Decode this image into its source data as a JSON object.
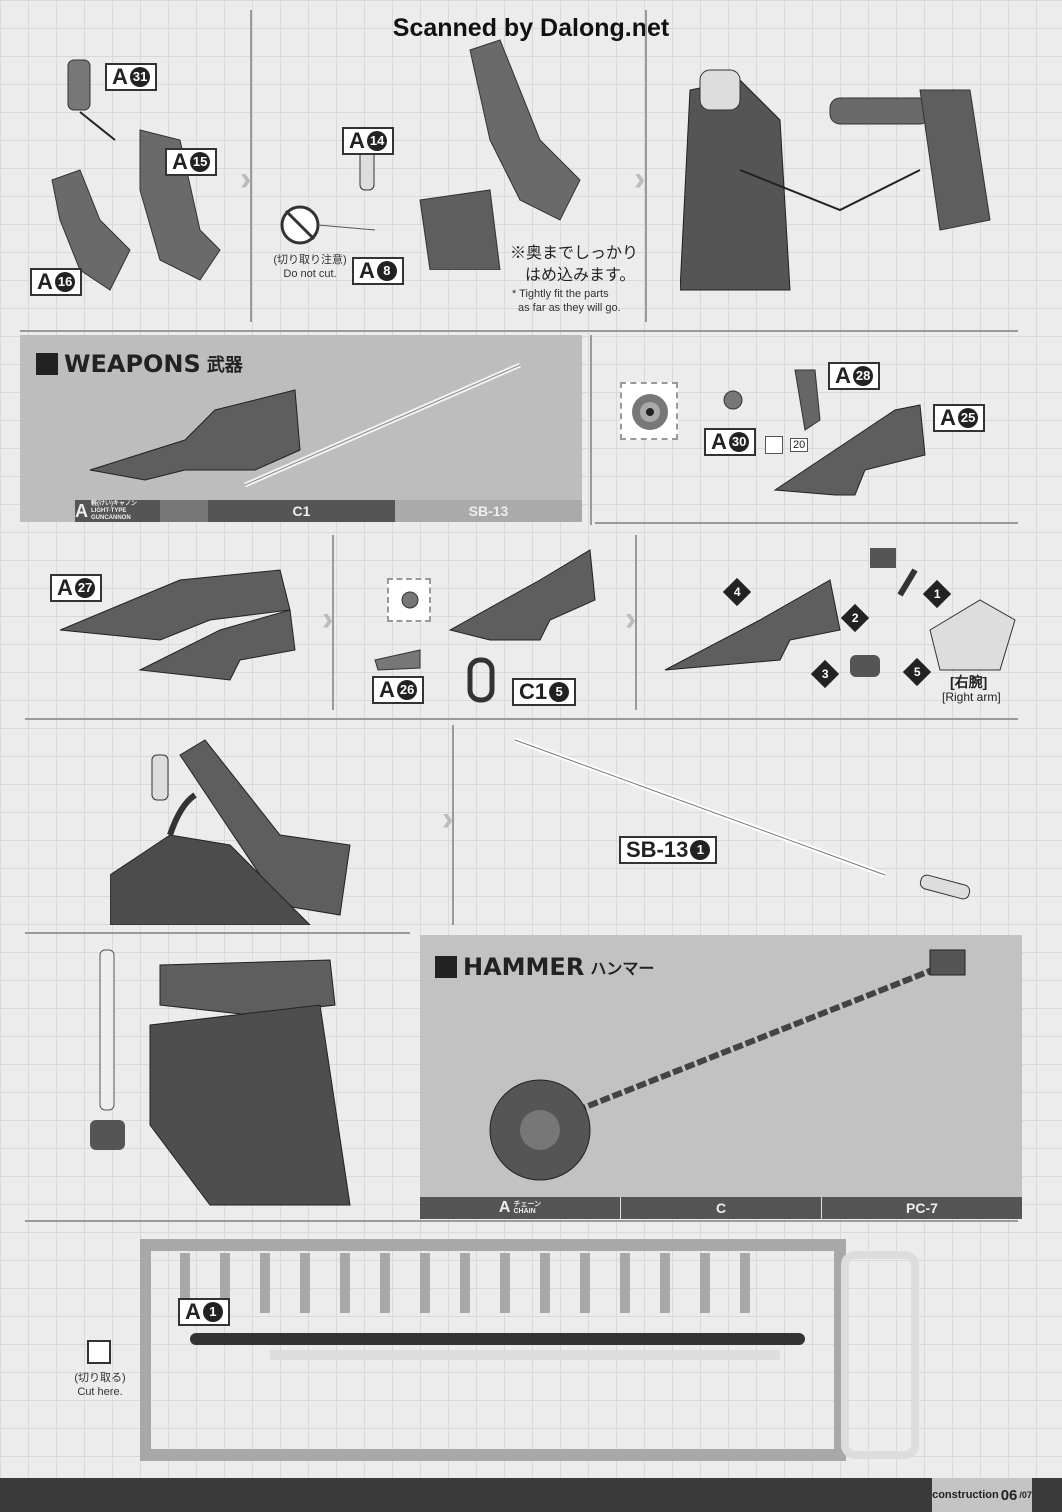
{
  "header": {
    "watermark": "Scanned by Dalong.net"
  },
  "part_labels": [
    {
      "letter": "A",
      "num": "31"
    },
    {
      "letter": "A",
      "num": "15"
    },
    {
      "letter": "A",
      "num": "16"
    },
    {
      "letter": "A",
      "num": "14"
    },
    {
      "letter": "A",
      "num": "8"
    },
    {
      "letter": "A",
      "num": "28"
    },
    {
      "letter": "A",
      "num": "25"
    },
    {
      "letter": "A",
      "num": "30"
    },
    {
      "letter": "A",
      "num": "27"
    },
    {
      "letter": "A",
      "num": "26"
    },
    {
      "letter": "C1",
      "num": "5"
    },
    {
      "letter": "SB-13",
      "num": "1"
    },
    {
      "letter": "A",
      "num": "1"
    }
  ],
  "notes": {
    "do_not_cut_jp": "(切り取り注意)",
    "do_not_cut_en": "Do not cut.",
    "fit_jp_1": "※奥までしっかり",
    "fit_jp_2": "はめ込みます。",
    "fit_en_1": "* Tightly fit the parts",
    "fit_en_2": "as far as they will go.",
    "sticker_num": "20",
    "right_arm_jp": "[右腕]",
    "right_arm_en": "[Right arm]",
    "cut_here_jp": "(切り取る)",
    "cut_here_en": "Cut here."
  },
  "weapons": {
    "title": "WEAPONS",
    "title_jp": "武器",
    "runners": [
      {
        "letter": "A",
        "jp": "軽(けい)キャノン",
        "en": "LIGHT-TYPE GUNCANNON"
      },
      {
        "label": "C1"
      },
      {
        "label": "SB-13"
      }
    ]
  },
  "steps": [
    "1",
    "2",
    "3",
    "4",
    "5"
  ],
  "hammer": {
    "title": "HAMMER",
    "title_jp": "ハンマー",
    "runners": [
      {
        "letter": "A",
        "jp": "チェーン",
        "en": "CHAIN"
      },
      {
        "label": "C"
      },
      {
        "label": "PC-7"
      }
    ]
  },
  "footer": {
    "section": "construction",
    "page": "06",
    "total": "/07"
  }
}
